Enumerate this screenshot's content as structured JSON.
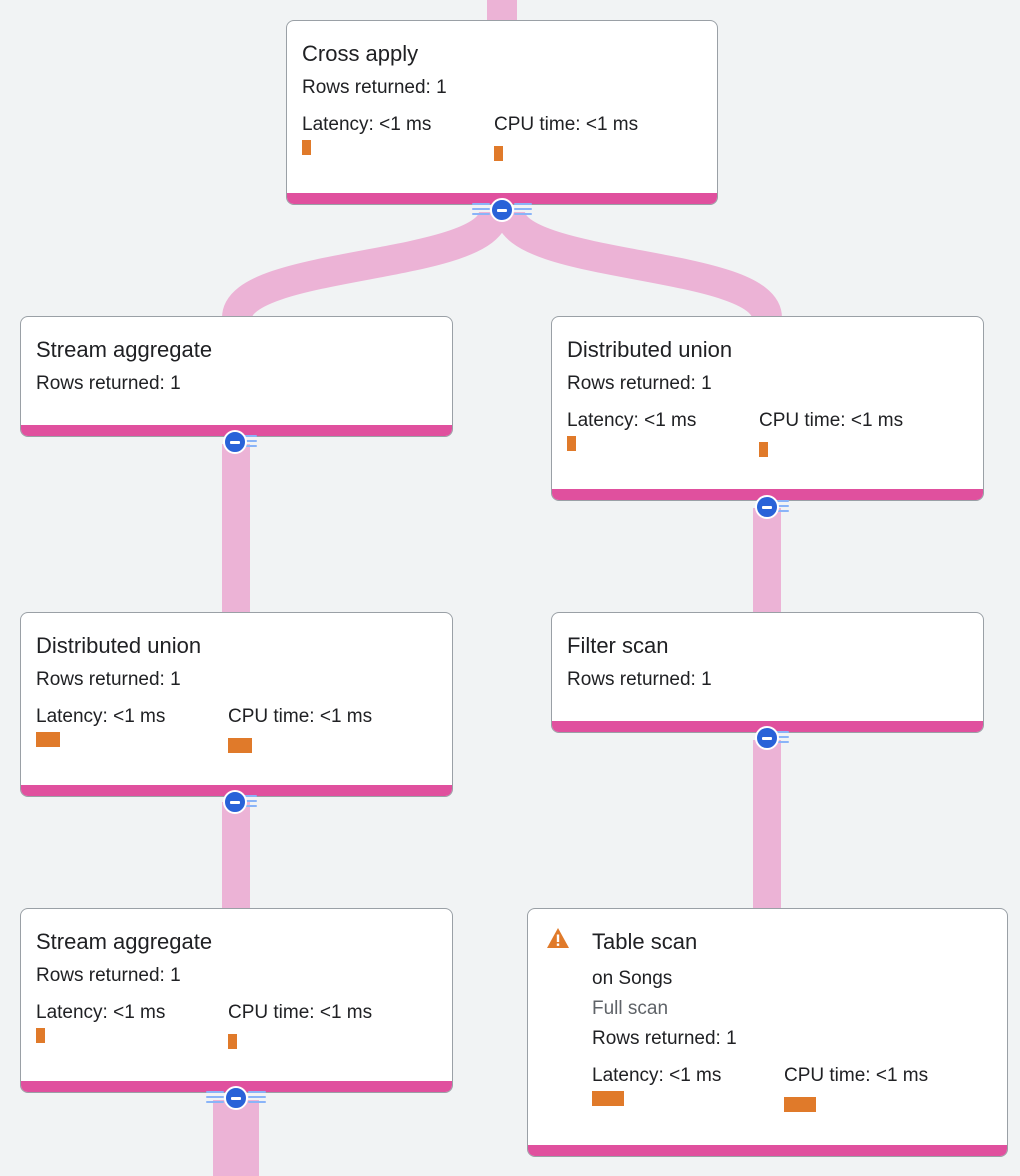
{
  "plan": {
    "nodes": [
      {
        "id": "cross-apply",
        "title": "Cross apply",
        "rows_returned": "Rows returned: 1",
        "latency_label": "Latency: <1 ms",
        "cpu_label": "CPU time: <1 ms"
      },
      {
        "id": "stream-aggregate-1",
        "title": "Stream aggregate",
        "rows_returned": "Rows returned: 1"
      },
      {
        "id": "distributed-union-right",
        "title": "Distributed union",
        "rows_returned": "Rows returned: 1",
        "latency_label": "Latency: <1 ms",
        "cpu_label": "CPU time: <1 ms"
      },
      {
        "id": "distributed-union-left",
        "title": "Distributed union",
        "rows_returned": "Rows returned: 1",
        "latency_label": "Latency: <1 ms",
        "cpu_label": "CPU time: <1 ms"
      },
      {
        "id": "filter-scan",
        "title": "Filter scan",
        "rows_returned": "Rows returned: 1"
      },
      {
        "id": "stream-aggregate-2",
        "title": "Stream aggregate",
        "rows_returned": "Rows returned: 1",
        "latency_label": "Latency: <1 ms",
        "cpu_label": "CPU time: <1 ms"
      },
      {
        "id": "table-scan",
        "title": "Table scan",
        "subtitle": "on Songs",
        "scan_type": "Full scan",
        "rows_returned": "Rows returned: 1",
        "latency_label": "Latency: <1 ms",
        "cpu_label": "CPU time: <1 ms",
        "icon": "warning-icon"
      }
    ]
  },
  "colors": {
    "background": "#f1f3f4",
    "node_accent": "#e0509e",
    "connector": "#ecb3d6",
    "metric_bar": "#e07a2a",
    "collapse_button": "#2962d8",
    "warning": "#e07a2a"
  }
}
